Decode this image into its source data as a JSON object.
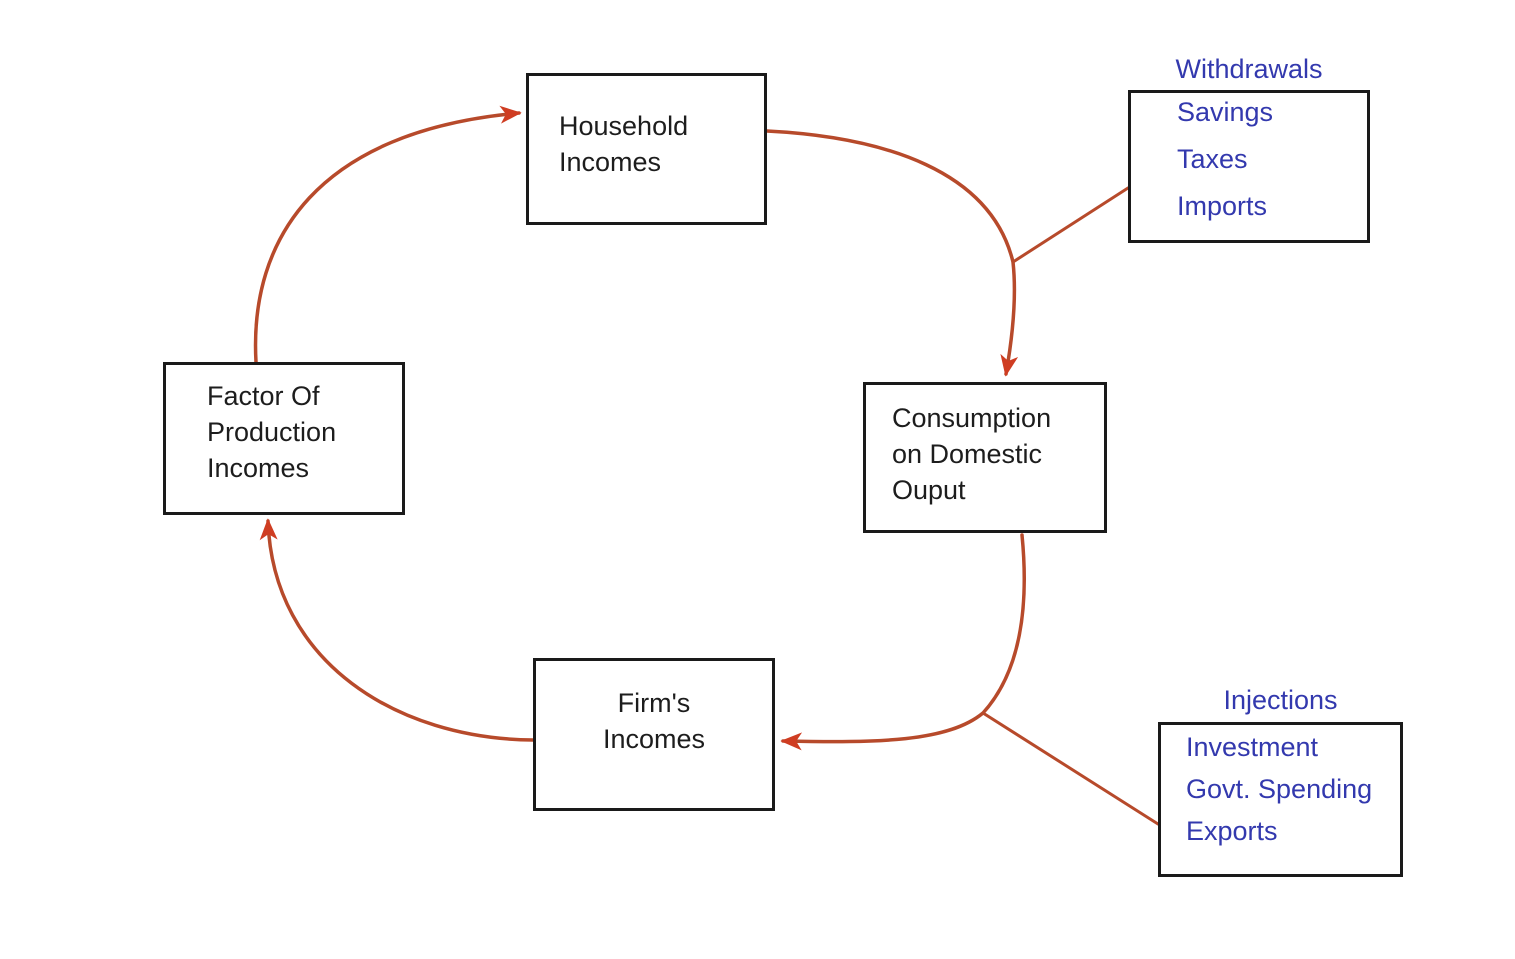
{
  "nodes": [
    {
      "id": "household-incomes",
      "lines": [
        "Household",
        "Incomes"
      ]
    },
    {
      "id": "factor-of-production-incomes",
      "lines": [
        "Factor Of",
        "Production",
        "Incomes"
      ]
    },
    {
      "id": "consumption-on-domestic-ouput",
      "lines": [
        "Consumption",
        "on Domestic",
        "Ouput"
      ]
    },
    {
      "id": "firms-incomes",
      "lines": [
        "Firm's",
        "Incomes"
      ]
    }
  ],
  "withdrawals": {
    "title": "Withdrawals",
    "items": [
      "Savings",
      "Taxes",
      "Imports"
    ]
  },
  "injections": {
    "title": "Injections",
    "items": [
      "Investment",
      "Govt. Spending",
      "Exports"
    ]
  },
  "flows": [
    {
      "from": "factor-of-production-incomes",
      "to": "household-incomes"
    },
    {
      "from": "household-incomes",
      "to": "consumption-on-domestic-ouput"
    },
    {
      "from": "consumption-on-domestic-ouput",
      "to": "firms-incomes"
    },
    {
      "from": "firms-incomes",
      "to": "factor-of-production-incomes"
    },
    {
      "from": "withdrawals-box",
      "to": "household-to-consumption-flow"
    },
    {
      "from": "injections-box",
      "to": "consumption-to-firms-flow"
    }
  ],
  "colors": {
    "arrow_stroke": "#b74a2b",
    "arrowhead_fill": "#cf3d22",
    "label_blue": "#3339ae",
    "box_border": "#1a1a1a",
    "node_text": "#1d1d1d",
    "background": "#ffffff"
  }
}
